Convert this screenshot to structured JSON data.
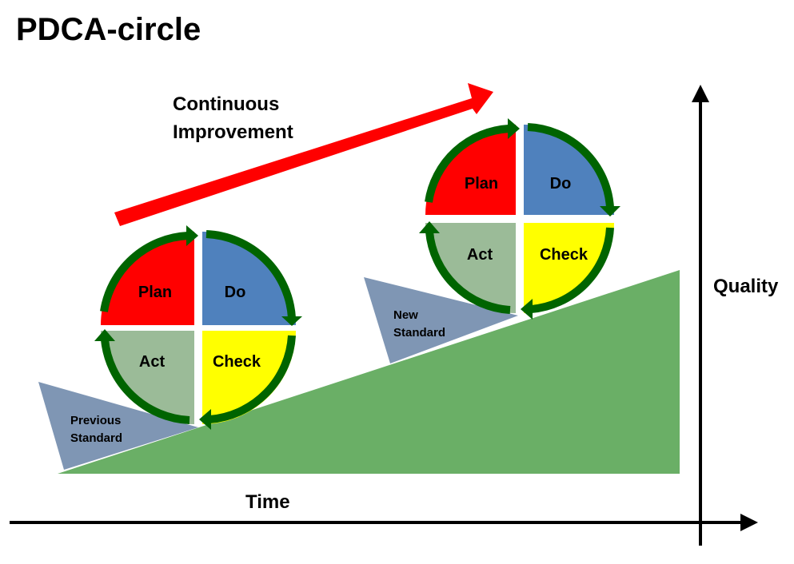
{
  "title": "PDCA-circle",
  "arrow_label": {
    "line1": "Continuous",
    "line2": "Improvement"
  },
  "axes": {
    "x_label": "Time",
    "y_label": "Quality"
  },
  "cycle_left": {
    "plan": "Plan",
    "do": "Do",
    "check": "Check",
    "act": "Act"
  },
  "cycle_right": {
    "plan": "Plan",
    "do": "Do",
    "check": "Check",
    "act": "Act"
  },
  "wedges": {
    "previous": {
      "line1": "Previous",
      "line2": "Standard"
    },
    "new": {
      "line1": "New",
      "line2": "Standard"
    }
  },
  "colors": {
    "plan": "#ff0000",
    "do": "#4f81bd",
    "check": "#ffff00",
    "act": "#9bbb98",
    "cycle_arrow": "#006400",
    "slope": "#6aaf66",
    "wedge": "#7f96b4",
    "improvement_arrow": "#ff0000",
    "axis": "#000000"
  }
}
